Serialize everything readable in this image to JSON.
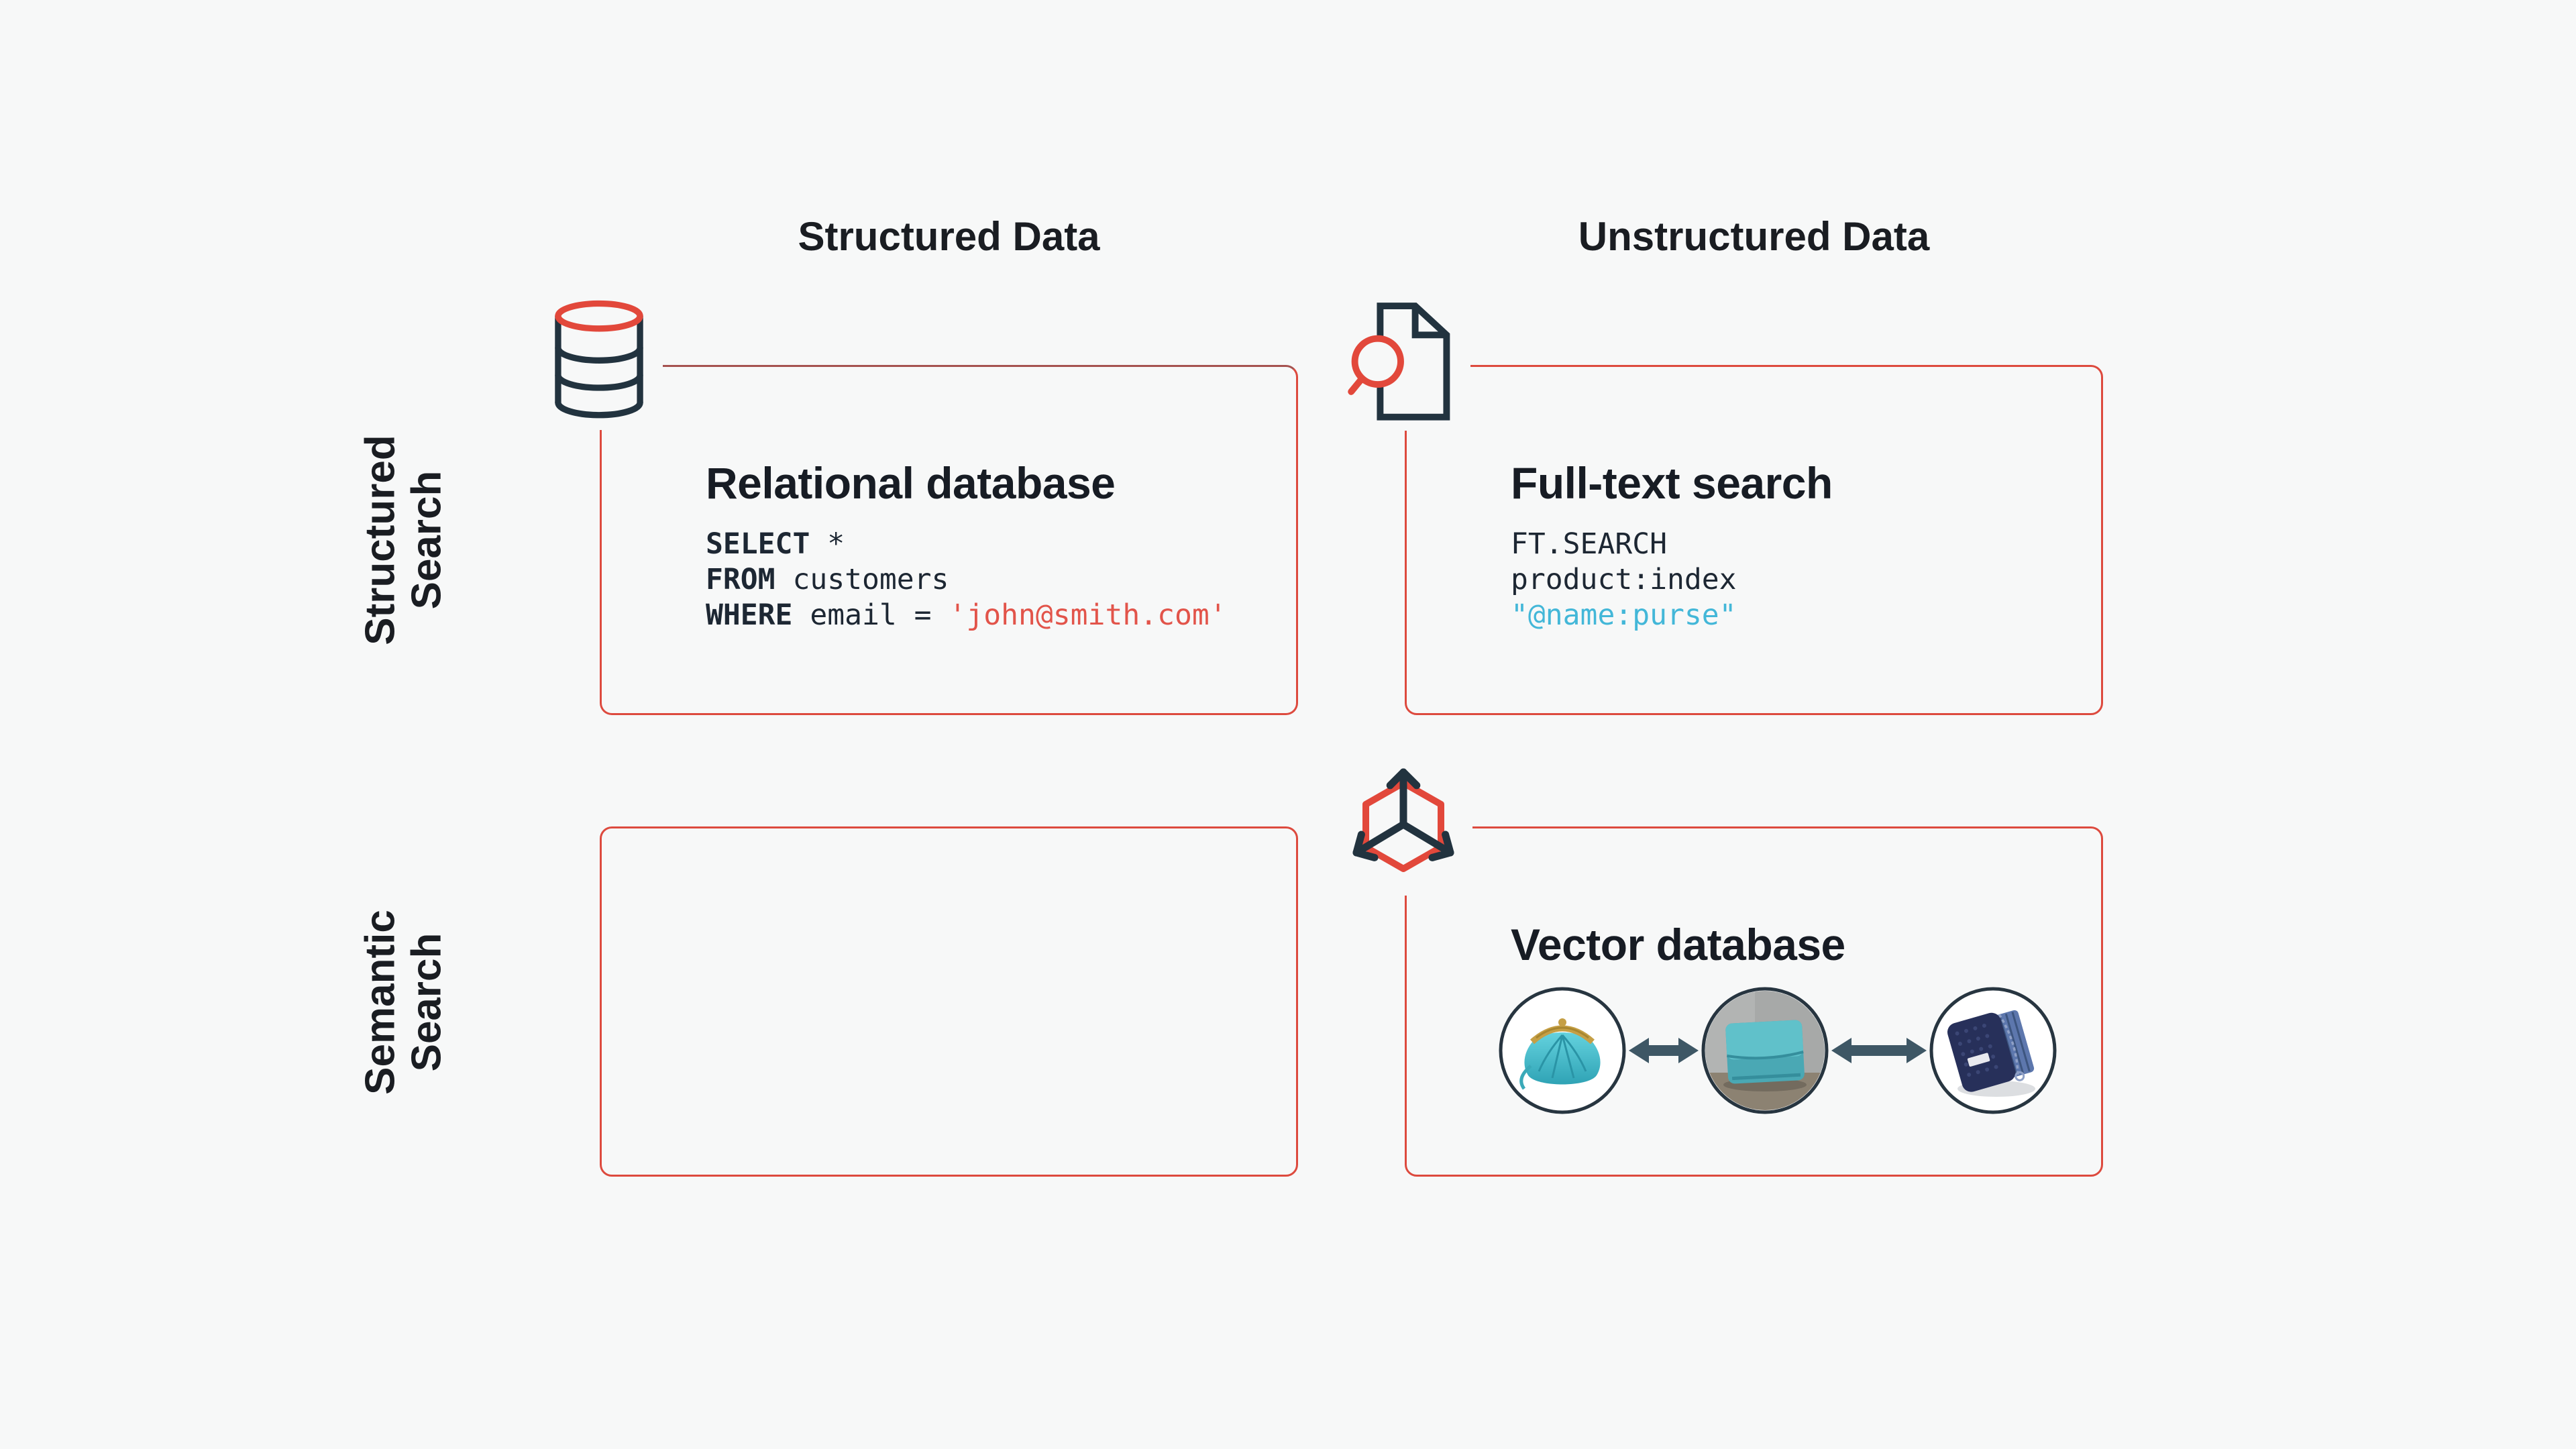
{
  "diagram": {
    "columns": [
      {
        "label": "Structured Data"
      },
      {
        "label": "Unstructured Data"
      }
    ],
    "rows": [
      {
        "line1": "Structured",
        "line2": "Search"
      },
      {
        "line1": "Semantic",
        "line2": "Search"
      }
    ],
    "quadrants": {
      "relational": {
        "title": "Relational database",
        "icon": "database-icon",
        "sql": {
          "l1_kw": "SELECT",
          "l1_rest": " *",
          "l2_kw": "FROM",
          "l2_rest": " customers",
          "l3_kw": "WHERE",
          "l3_mid": " email = ",
          "l3_string": "'john@smith.com'"
        }
      },
      "fulltext": {
        "title": "Full-text search",
        "icon": "document-search-icon",
        "query": {
          "l1": "FT.SEARCH",
          "l2": "product:index",
          "l3": "\"@name:purse\""
        }
      },
      "semantic_structured": {
        "empty": true
      },
      "vector": {
        "title": "Vector database",
        "icon": "vector-axes-icon",
        "products": [
          {
            "name": "teal-clutch-purse"
          },
          {
            "name": "teal-leather-wallet"
          },
          {
            "name": "navy-zip-wallet"
          }
        ],
        "arrow": "double-headed-similarity-arrow"
      }
    },
    "colors": {
      "background": "#f7f8f8",
      "accent_red": "#dd4a3e",
      "dark_navy": "#22333f",
      "heading_text": "#1a1d22",
      "code_text": "#1d2733",
      "code_string_red": "#e2544a",
      "code_query_cyan": "#43b7d8",
      "arrow_slate": "#3e5765"
    }
  }
}
